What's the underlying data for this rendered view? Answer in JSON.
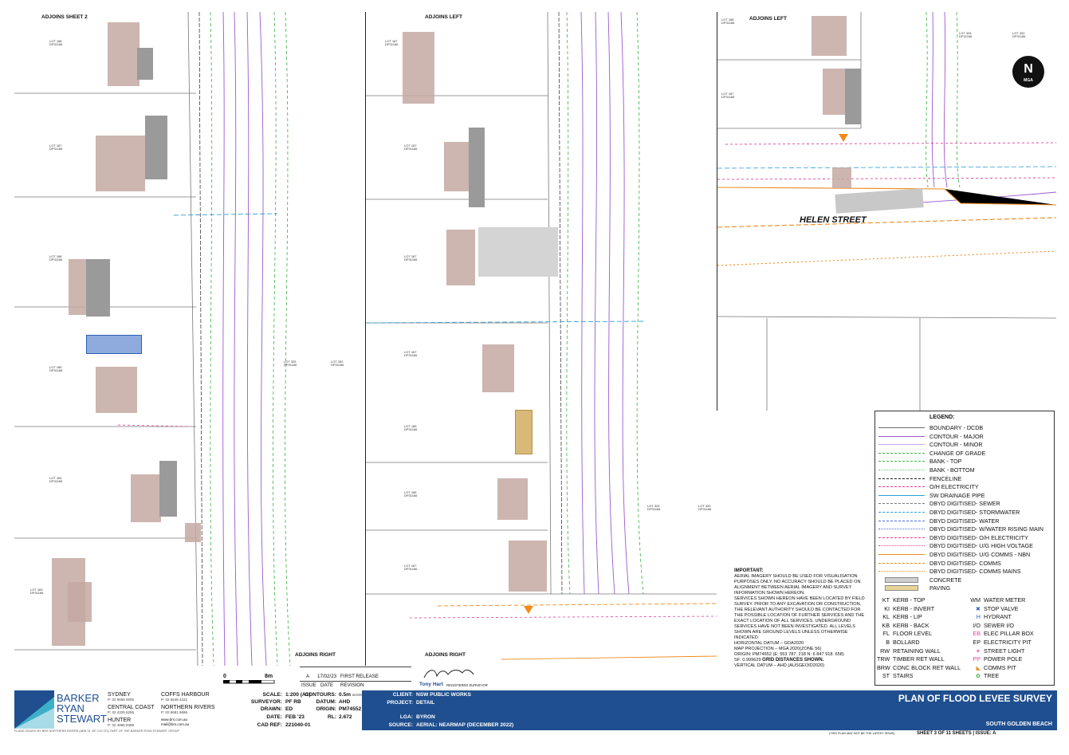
{
  "panels": {
    "left": {
      "top_label": "ADJOINS SHEET 2",
      "bottom_label": "ADJOINS RIGHT"
    },
    "middle": {
      "top_label": "ADJOINS LEFT",
      "bottom_label": "ADJOINS RIGHT"
    },
    "right": {
      "top_label": "ADJOINS LEFT",
      "street": "HELEN STREET"
    }
  },
  "north_arrow": {
    "letter": "N",
    "sub": "MGA"
  },
  "lots": {
    "l1": "LOT 188\nDP31166",
    "l2": "LOT 187\nDP31166",
    "l3": "LOT 186\nDP31166",
    "l4": "LOT 185\nDP31166",
    "l5": "LOT 184\nDP31166",
    "l6": "LOT 183\nDP31166",
    "l7": "LOT 325\nDP31166",
    "l8": "LOT 332\nDP31166",
    "m1": "LOT 187\nDP31166",
    "m2": "LOT 187\nDP31166",
    "m3": "LOT 187\nDP31166",
    "m4": "LOT 187\nDP31166",
    "m5": "LOT 186\nDP31166",
    "m6": "LOT 186\nDP31166",
    "m7": "LOT 187\nDP31166",
    "m8": "LOT 325\nDP31166",
    "m9": "LOT 332\nDP31166",
    "r1": "LOT 188\nDP31166",
    "r2": "LOT 187\nDP31166",
    "r3": "LOT 325\nDP31166",
    "r4": "LOT 332\nDP31166"
  },
  "legend": {
    "title": "LEGEND:",
    "lines": [
      {
        "text": "BOUNDARY - DCDB",
        "color": "#6a6a6a",
        "style": "solid"
      },
      {
        "text": "CONTOUR - MAJOR",
        "color": "#9b59d0",
        "style": "solid"
      },
      {
        "text": "CONTOUR - MINOR",
        "color": "#c9a4e6",
        "style": "solid"
      },
      {
        "text": "CHANGE OF GRADE",
        "color": "#3cb043",
        "style": "dashed"
      },
      {
        "text": "BANK - TOP",
        "color": "#3cb043",
        "style": "dashed"
      },
      {
        "text": "BANK - BOTTOM",
        "color": "#6bc46d",
        "style": "dotted"
      },
      {
        "text": "FENCELINE",
        "color": "#222222",
        "style": "dashed"
      },
      {
        "text": "O/H ELECTRICITY",
        "color": "#e0409a",
        "style": "dashed"
      },
      {
        "text": "SW DRAINAGE PIPE",
        "color": "#2f9fd8",
        "style": "solid"
      },
      {
        "text": "DBYD DIGITISED- SEWER",
        "color": "#7a7a7a",
        "style": "dashed"
      },
      {
        "text": "DBYD DIGITISED- STORMWATER",
        "color": "#2f9fd8",
        "style": "dashed"
      },
      {
        "text": "DBYD DIGITISED- WATER",
        "color": "#4b6fd8",
        "style": "dashed"
      },
      {
        "text": "DBYD DIGITISED- W/WATER RISING MAIN",
        "color": "#4b6fd8",
        "style": "dotted"
      },
      {
        "text": "DBYD DIGITISED- O/H ELECTRICITY",
        "color": "#e0409a",
        "style": "dashed"
      },
      {
        "text": "DBYD DIGITISED- U/G HIGH VOLTAGE",
        "color": "#e0409a",
        "style": "dotted"
      },
      {
        "text": "DBYD DIGITISED- U/G COMMS - NBN",
        "color": "#f08a1c",
        "style": "solid"
      },
      {
        "text": "DBYD DIGITISED- COMMS",
        "color": "#f08a1c",
        "style": "dashed"
      },
      {
        "text": "DBYD DIGITISED- COMMS MAINS",
        "color": "#f08a1c",
        "style": "dotted"
      }
    ],
    "fills": [
      {
        "text": "CONCRETE",
        "color": "#cfcfcf"
      },
      {
        "text": "PAVING",
        "color": "#e9d49a"
      }
    ],
    "codes_left": [
      {
        "code": "KT",
        "text": "KERB - TOP"
      },
      {
        "code": "KI",
        "text": "KERB - INVERT"
      },
      {
        "code": "KL",
        "text": "KERB - LIP"
      },
      {
        "code": "KB",
        "text": "KERB - BACK"
      },
      {
        "code": "FL",
        "text": "FLOOR LEVEL"
      },
      {
        "code": "B",
        "text": "BOLLARD"
      },
      {
        "code": "RW",
        "text": "RETAINING WALL"
      },
      {
        "code": "TRW",
        "text": "TIMBER RET WALL"
      },
      {
        "code": "BRW",
        "text": "CONC BLOCK RET WALL"
      },
      {
        "code": "ST",
        "text": "STAIRS"
      }
    ],
    "codes_right": [
      {
        "code": "WM",
        "text": "WATER METER"
      },
      {
        "code": "✖",
        "text": "STOP VALVE"
      },
      {
        "code": "H",
        "text": "HYDRANT"
      },
      {
        "code": "I/O",
        "text": "SEWER I/O"
      },
      {
        "code": "EB",
        "text": "ELEC PILLAR BOX"
      },
      {
        "code": "EP",
        "text": "ELECTRICITY PIT"
      },
      {
        "code": "✶",
        "text": "STREET LIGHT"
      },
      {
        "code": "PP",
        "text": "POWER POLE"
      },
      {
        "code": "◣",
        "text": "COMMS PIT"
      },
      {
        "code": "✿",
        "text": "TREE"
      }
    ]
  },
  "important": {
    "heading": "IMPORTANT:",
    "p1": "AERIAL IMAGERY SHOULD BE USED FOR VISUALISATION PURPOSES ONLY. NO ACCURACY SHOULD BE PLACED ON ALIGNMENT BETWEEN AERIAL IMAGERY AND SURVEY INFORMATION SHOWN HEREON.",
    "p2": "SERVICES SHOWN HEREON HAVE BEEN LOCATED BY FIELD SURVEY. PRIOR TO ANY EXCAVATION OR CONSTRUCTION, THE RELEVANT AUTHORITY SHOULD BE CONTACTED FOR THE POSSIBLE LOCATION OF FURTHER SERVICES AND THE EXACT LOCATION OF ALL SERVICES. UNDERGROUND SERVICES HAVE NOT BEEN INVESTIGATED. ALL LEVELS SHOWN ARE GROUND LEVELS UNLESS OTHERWISE INDICATED.",
    "p3": "HORIZONTAL DATUM – GDA2020",
    "p4": "MAP PROJECTION – MGA 2020(ZONE 56)",
    "p5": "ORIGIN: PM74552 (E: 553 787. 218 N: 6 847 918. 658)",
    "p6a": "SF: 0.999629",
    "p6b": "GRID DISTANCES SHOWN.",
    "p7": "VERTICAL DATUM – AHD (AUSGEOID2020)"
  },
  "scale_bar": {
    "start": "0",
    "end": "8m"
  },
  "revision": {
    "issue": "A",
    "date": "17/02/23",
    "text": "FIRST RELEASE",
    "h_issue": "ISSUE",
    "h_date": "DATE",
    "h_rev": "REVISION"
  },
  "surveyor": {
    "name": "Tony Hart",
    "role": "REGISTERED SURVEYOR"
  },
  "company": {
    "name1": "BARKER",
    "name2": "RYAN",
    "name3": "STEWART",
    "offices": [
      {
        "city": "SYDNEY",
        "phone": "P: 02 9659 0005"
      },
      {
        "city": "COFFS HARBOUR",
        "phone": "P: 02 6648 4222"
      },
      {
        "city": "CENTRAL COAST",
        "phone": "P: 02 4325 5255"
      },
      {
        "city": "NORTHERN RIVERS",
        "phone": "P: 02 6681 6696"
      },
      {
        "city": "HUNTER",
        "phone": "P: 02 4966 8388"
      }
    ],
    "web": "www.brs.com.au",
    "email": "mail@brs.com.au",
    "footer": "PLANS ISSUED BY BRS NORTHERN RIVERS (ABN 31 497 210 371) PART OF THE BARKER RYAN STEWART GROUP"
  },
  "details": {
    "scale_k": "SCALE:",
    "scale_v": "1:200 (A1)",
    "surveyor_k": "SURVEYOR:",
    "surveyor_v": "PF RB",
    "drawn_k": "DRAWN:",
    "drawn_v": "ED",
    "date_k": "DATE:",
    "date_v": "FEB '23",
    "cad_k": "CAD REF:",
    "cad_v": "221040-01",
    "contours_k": "CONTOURS:",
    "contours_v": "0.5m",
    "contours_note": "INTERVAL",
    "datum_k": "DATUM:",
    "datum_v": "AHD",
    "origin_k": "ORIGIN:",
    "origin_v": "PM74552",
    "rl_k": "RL:",
    "rl_v": "2.672"
  },
  "project": {
    "client_k": "CLIENT:",
    "client_v": "NSW PUBLIC WORKS",
    "project_k": "PROJECT:",
    "project_v": "DETAIL",
    "lga_k": "LGA:",
    "lga_v": "BYRON",
    "source_k": "SOURCE:",
    "source_v": "AERIAL: NEARMAP (DECEMBER 2022)",
    "title": "PLAN OF FLOOD LEVEE SURVEY",
    "location": "SOUTH GOLDEN BEACH",
    "notice": "(THIS PLAN MAY NOT BE THE LATEST ISSUE)",
    "sheet": "SHEET 3 OF 11 SHEETS",
    "issue": "ISSUE: A"
  }
}
